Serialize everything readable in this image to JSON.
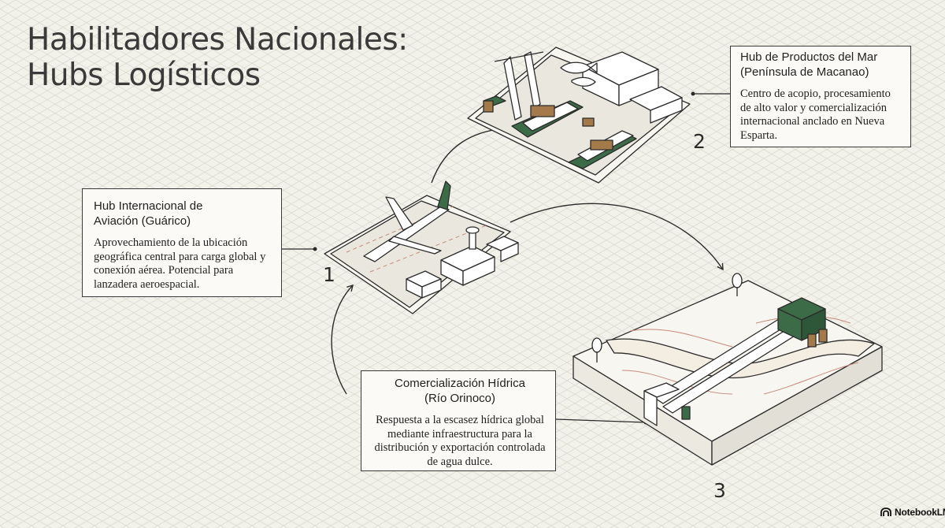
{
  "title": {
    "line1": "Habilitadores Nacionales:",
    "line2": "Hubs Logísticos"
  },
  "hubs": [
    {
      "number": "1",
      "title_line1": "Hub Internacional de",
      "title_line2": "Aviación (Guárico)",
      "description": "Aprovechamiento de la ubicación geográfica central para carga global y conexión aérea. Potencial para lanzadera aeroespacial.",
      "icon": "airport-illustration"
    },
    {
      "number": "2",
      "title_line1": "Hub de Productos del Mar",
      "title_line2": "(Península de Macanao)",
      "description": "Centro de acopio, procesamiento de alto valor y comercialización internacional anclado en Nueva Esparta.",
      "icon": "seaport-illustration"
    },
    {
      "number": "3",
      "title_line1": "Comercialización Hídrica",
      "title_line2": "(Río Orinoco)",
      "description": "Respuesta a la escasez hídrica global mediante infraestructura para la distribución y exportación controlada de agua dulce.",
      "icon": "water-pipeline-illustration"
    }
  ],
  "brand": {
    "name": "NotebookLM",
    "icon": "notebooklm-logo-icon"
  },
  "colors": {
    "background": "#f2f1ea",
    "accent_green": "#3c6b47",
    "ink": "#2b2b2b",
    "river_lines": "#c98b7a"
  }
}
